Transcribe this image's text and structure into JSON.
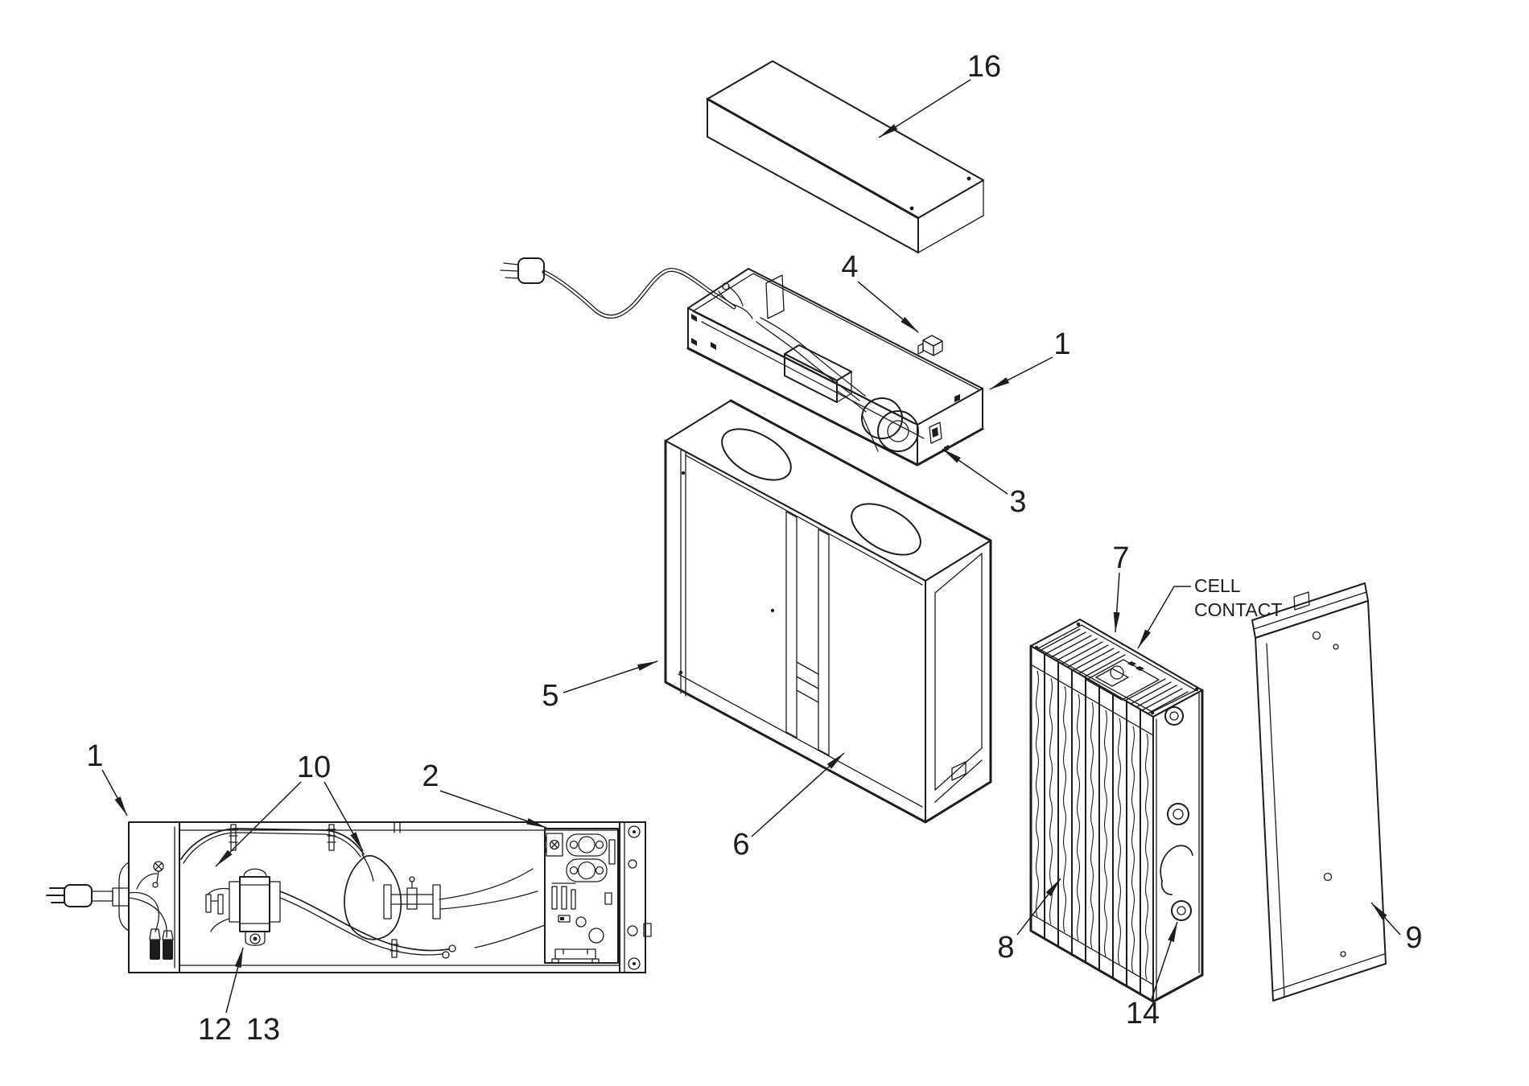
{
  "colors": {
    "line": "#1d1d1d",
    "background": "#ffffff"
  },
  "callouts": {
    "cover": "16",
    "interlock": "4",
    "power_assembly": "1",
    "power_switch": "3",
    "cabinet": "5",
    "divider": "6",
    "cell": "7",
    "cell_contact_line1": "CELL",
    "cell_contact_line2": "CONTACT",
    "media": "8",
    "door": "9",
    "latch": "14",
    "power_assembly_detail": "1",
    "wiring": "10",
    "power_board": "2",
    "transformer": "12",
    "transformer_mount": "13"
  }
}
